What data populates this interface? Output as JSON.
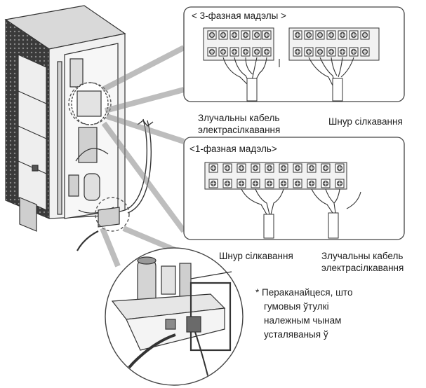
{
  "panels": {
    "three_phase": {
      "title": "< 3-фазная мадэлы >",
      "power_cable": "Злучальны кабель",
      "power_cable_line2": "электрасілкавання",
      "supply_cord": "Шнур сілкавання"
    },
    "single_phase": {
      "title": "<1-фазная мадэль>",
      "supply_cord": "Шнур сілкавання",
      "power_cable": "Злучальны кабель",
      "power_cable_line2": "электрасілкавання"
    }
  },
  "note": {
    "line1": "* Пераканайцеся, што",
    "line2": "гумовыя ўтулкі",
    "line3": "належным чынам",
    "line4": "усталяваныя ў"
  },
  "colors": {
    "line": "#3a3a3a",
    "fill_light": "#e6e6e6",
    "fill_mid": "#bdbdbd",
    "fill_dark": "#4a4a4a"
  }
}
